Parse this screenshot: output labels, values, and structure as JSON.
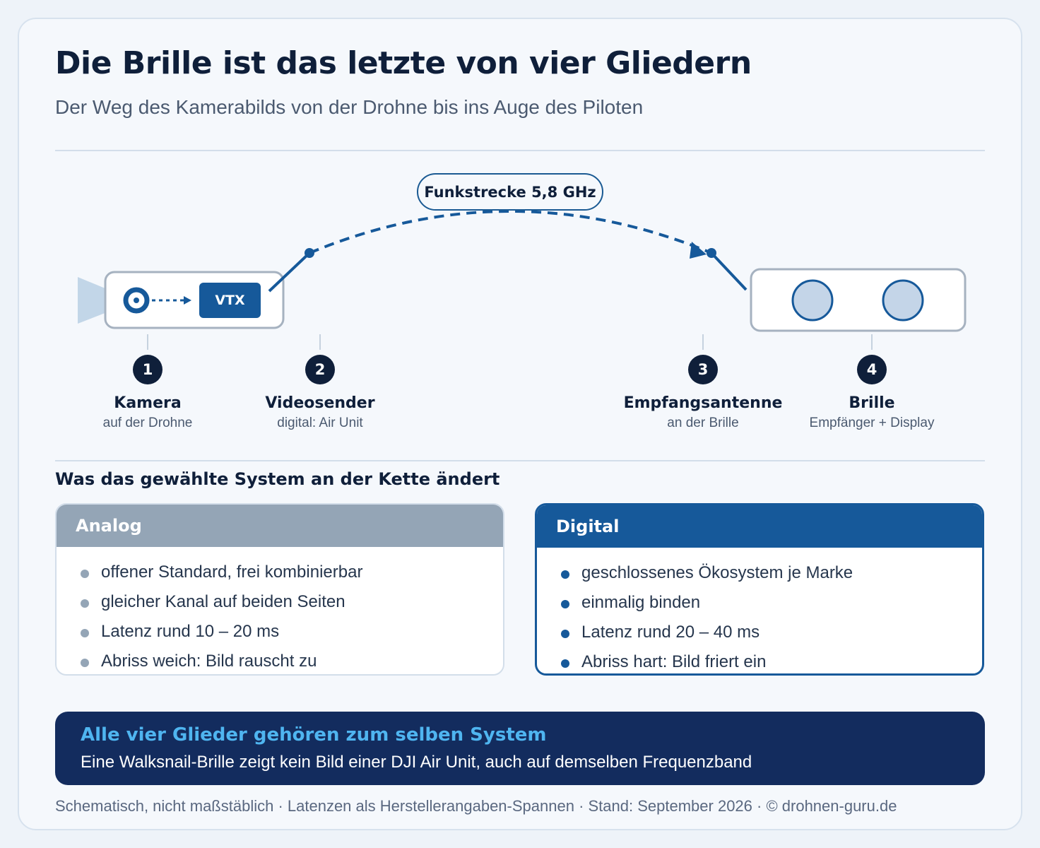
{
  "header": {
    "title": "Die Brille ist das letzte von vier Gliedern",
    "subtitle": "Der Weg des Kamerabilds von der Drohne bis ins Auge des Piloten"
  },
  "diagram": {
    "radio_link_label": "Funkstrecke 5,8 GHz",
    "vtx_label": "VTX",
    "steps": [
      {
        "number": "1",
        "name": "Kamera",
        "desc": "auf der Drohne"
      },
      {
        "number": "2",
        "name": "Videosender",
        "desc": "digital: Air Unit"
      },
      {
        "number": "3",
        "name": "Empfangsantenne",
        "desc": "an der Brille"
      },
      {
        "number": "4",
        "name": "Brille",
        "desc": "Empfänger + Display"
      }
    ]
  },
  "comparison": {
    "heading": "Was das gewählte System an der Kette ändert",
    "analog": {
      "title": "Analog",
      "items": [
        "offener Standard, frei kombinierbar",
        "gleicher Kanal auf beiden Seiten",
        "Latenz rund 10 – 20 ms",
        "Abriss weich: Bild rauscht zu"
      ]
    },
    "digital": {
      "title": "Digital",
      "items": [
        "geschlossenes Ökosystem je Marke",
        "einmalig binden",
        "Latenz rund 20 – 40 ms",
        "Abriss hart: Bild friert ein"
      ]
    }
  },
  "banner": {
    "title": "Alle vier Glieder gehören zum selben System",
    "text": "Eine Walksnail-Brille zeigt kein Bild einer DJI Air Unit, auch auf demselben Frequenzband"
  },
  "footer": "Schematisch, nicht maßstäblich · Latenzen als Herstellerangaben-Spannen · Stand: September 2026 · © drohnen-guru.de",
  "colors": {
    "accent": "#16599a",
    "navy": "#132c5e",
    "analog_gray": "#94a5b6",
    "highlight": "#4fb5f0"
  }
}
